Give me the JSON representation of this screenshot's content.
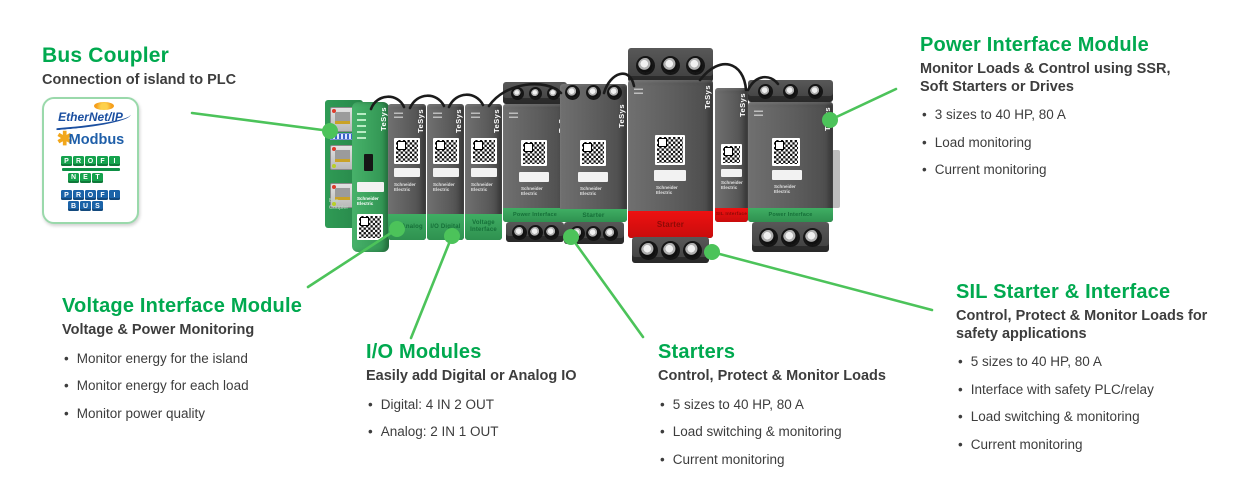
{
  "colors": {
    "heading_green": "#00A94F",
    "connector_green": "#4CC35A",
    "module_band_green": "#37A35C",
    "module_band_red": "#E8150D",
    "module_gray": "#5E5E5E",
    "profinet_green": "#15A24D",
    "profibus_blue": "#1B63A8",
    "modbus_blue": "#1F5FA9",
    "ethernetip_blue": "#1B4FA0"
  },
  "callouts": {
    "bus_coupler": {
      "title": "Bus Coupler",
      "subtitle": "Connection of island to PLC"
    },
    "voltage_interface": {
      "title": "Voltage Interface Module",
      "subtitle": "Voltage & Power Monitoring",
      "bullets": [
        "Monitor energy for the island",
        "Monitor energy for each load",
        "Monitor power quality"
      ]
    },
    "io_modules": {
      "title": "I/O Modules",
      "subtitle": "Easily add Digital or Analog IO",
      "bullets": [
        "Digital: 4 IN 2 OUT",
        "Analog: 2 IN 1 OUT"
      ]
    },
    "starters": {
      "title": "Starters",
      "subtitle": "Control, Protect & Monitor Loads",
      "bullets": [
        "5 sizes to 40 HP, 80 A",
        "Load switching & monitoring",
        "Current monitoring"
      ]
    },
    "power_interface": {
      "title": "Power Interface Module",
      "subtitle": "Monitor Loads & Control using SSR, Soft Starters or Drives",
      "bullets": [
        "3 sizes to 40 HP, 80 A",
        "Load monitoring",
        "Current monitoring"
      ]
    },
    "sil_starter": {
      "title": "SIL Starter & Interface",
      "subtitle": "Control, Protect & Monitor Loads for safety applications",
      "bullets": [
        "5 sizes to 40 HP, 80 A",
        "Interface with safety PLC/relay",
        "Load switching & monitoring",
        "Current monitoring"
      ]
    }
  },
  "protocols": {
    "ethernet_ip": "EtherNet/IP",
    "modbus": "Modbus",
    "profinet_top": "PROFI",
    "profinet_bottom": "NET",
    "profibus_top": "PROFI",
    "profibus_bottom": "BUS"
  },
  "island": {
    "brand": "TeSys",
    "maker": "Schneider Electric",
    "bus_coupler_label": "Bus Coupler",
    "modules": [
      {
        "label": "I/O Analog"
      },
      {
        "label": "I/O Digital"
      },
      {
        "label": "Voltage Interface"
      },
      {
        "label": "Power Interface"
      },
      {
        "label": "Starter"
      },
      {
        "label": "Starter"
      },
      {
        "label": "SIL Interface"
      },
      {
        "label": "Power Interface"
      }
    ]
  }
}
